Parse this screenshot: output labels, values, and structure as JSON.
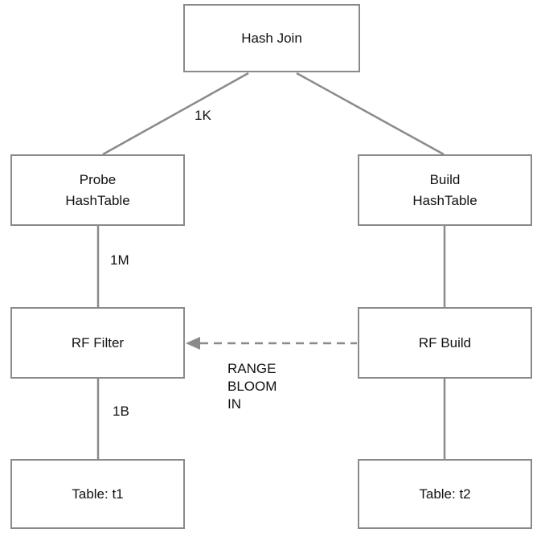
{
  "nodes": {
    "hash_join": "Hash Join",
    "probe_hashtable": "Probe\nHashTable",
    "build_hashtable": "Build\nHashTable",
    "rf_filter": "RF Filter",
    "rf_build": "RF Build",
    "table_t1": "Table: t1",
    "table_t2": "Table: t2"
  },
  "edge_labels": {
    "hash_join_to_probe": "1K",
    "probe_to_rf_filter": "1M",
    "rf_filter_to_table_t1": "1B",
    "rf_build_to_rf_filter": "RANGE\nBLOOM\nIN"
  },
  "colors": {
    "box_border": "#8a8a8a",
    "edge_line": "#8a8a8a",
    "text": "#111111",
    "background": "#ffffff"
  }
}
